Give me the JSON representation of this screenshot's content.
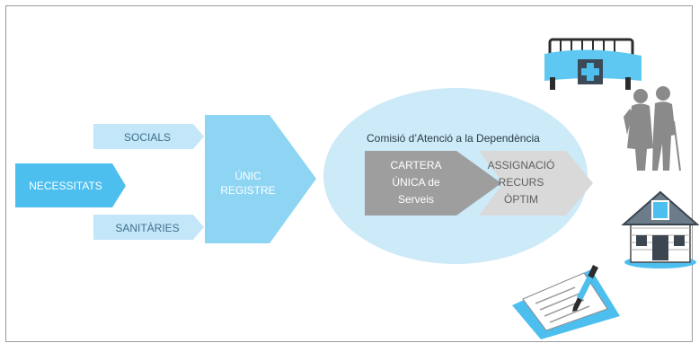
{
  "flow": {
    "necessitats": "NECESSITATS",
    "socials": "SOCIALS",
    "sanitaries": "SANITÀRIES",
    "registre_line1": "ÚNIC",
    "registre_line2": "REGISTRE"
  },
  "commission": {
    "title": "Comisió d’Atenció a la Dependència",
    "cartera": [
      "CARTERA",
      "ÚNICA de",
      "Serveis"
    ],
    "assignacio": [
      "ASSIGNACIÓ",
      "RECURS",
      "ÒPTIM"
    ]
  },
  "icons": [
    "hospital-bed-icon",
    "elderly-couple-icon",
    "house-icon",
    "signed-document-icon"
  ],
  "colors": {
    "accent": "#4dbfee",
    "light_blue": "#c3e7f8",
    "mid_blue": "#8ed5f4",
    "ellipse": "#cdeaf8",
    "grey_dark": "#9e9e9e",
    "grey_light": "#d9d9d9",
    "frame": "#9a9a9a"
  }
}
